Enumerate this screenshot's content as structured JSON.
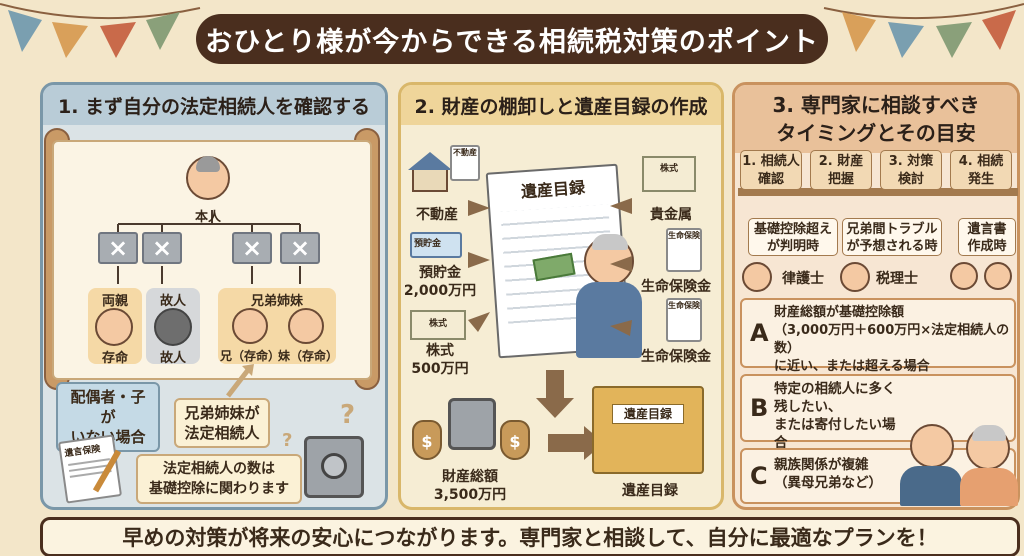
{
  "title": "おひとり様が今からできる相続税対策のポイント",
  "panel1": {
    "header": "1. まず自分の法定相続人を確認する",
    "self_label": "本人",
    "parents_label": "両親",
    "parent_status": "存命",
    "deceased_label": "故人",
    "deceased_status": "故人",
    "siblings_label": "兄弟姉妹",
    "brother_status": "兄（存命）",
    "sister_status": "妹（存命）",
    "callout_spouse": "配偶者・子が\nいない場合",
    "callout_siblings": "兄弟姉妹が\n法定相続人",
    "will_doc_label": "遺言保険",
    "note": "法定相続人の数は\n基礎控除に関わります"
  },
  "panel2": {
    "header": "2. 財産の棚卸しと遺産目録の作成",
    "catalog_title": "遺産目録",
    "real_estate": "不動産",
    "real_estate_doc": "不動産",
    "savings": "預貯金\n2,000万円",
    "bankbook": "預貯金",
    "stocks": "株式\n500万円",
    "stock_doc": "株式",
    "precious_metals": "貴金属",
    "stock_cert": "株式",
    "insurance_doc": "生命保険",
    "life_insurance_1": "生命保険金",
    "life_insurance_2": "生命保険金",
    "total": "財産総額\n3,500万円",
    "folder_label": "遺産目録",
    "folder_caption": "遺産目録"
  },
  "panel3": {
    "header_line1": "3. 専門家に相談すべき",
    "header_line2": "タイミングとその目安",
    "steps": [
      "1. 相続人\n確認",
      "2. 財産\n把握",
      "3. 対策\n検討",
      "4. 相続\n発生"
    ],
    "timing": [
      "基礎控除超え\nが判明時",
      "兄弟間トラブル\nが予想される時",
      "遺言書\n作成時"
    ],
    "expert_lawyer": "律護士",
    "expert_tax": "税理士",
    "case_a_letter": "A",
    "case_a": "財産総額が基礎控除額\n（3,000万円＋600万円×法定相続人の数）\nに近い、または超える場合",
    "case_b_letter": "B",
    "case_b": "特定の相続人に多く残したい、\nまたは寄付したい場合\n（遺言書）",
    "case_c_letter": "C",
    "case_c": "親族関係が複雑\n（異母兄弟など）"
  },
  "footer": "早めの対策が将来の安心につながります。専門家と相談して、自分に最適なプランを！",
  "colors": {
    "background": "#f3e6c9",
    "title_bg": "#4a2e1e",
    "panel1_border": "#7a97a8",
    "panel2_border": "#d9b76a",
    "panel3_border": "#c9925e"
  }
}
